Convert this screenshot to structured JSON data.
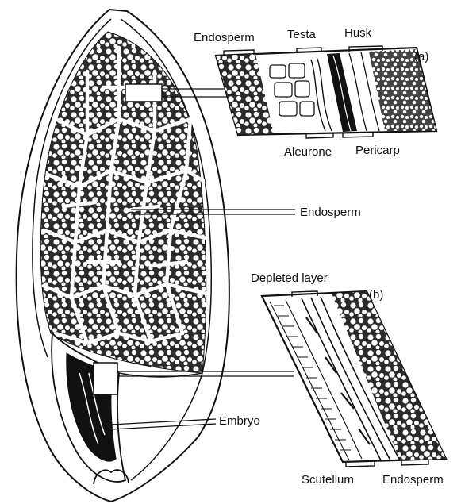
{
  "labels": {
    "panel_a_top": [
      "Endosperm",
      "Testa",
      "Husk"
    ],
    "panel_a_tag": "(a)",
    "panel_a_bottom": [
      "Aleurone",
      "Pericarp"
    ],
    "center": "Endosperm",
    "panel_b_top": "Depleted layer",
    "panel_b_tag": "(b)",
    "embryo": "Embryo",
    "panel_b_bottom": [
      "Scutellum",
      "Endosperm"
    ]
  },
  "colors": {
    "ink": "#111111",
    "paper": "#ffffff"
  }
}
